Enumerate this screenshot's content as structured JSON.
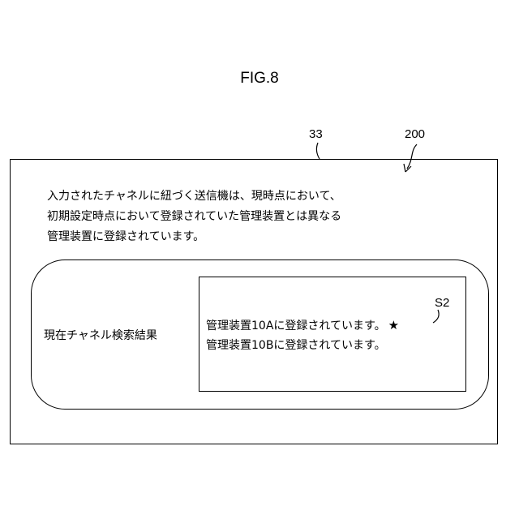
{
  "figure": {
    "title": "FIG.8"
  },
  "refs": {
    "device": "33",
    "screen": "200",
    "step": "S2"
  },
  "message": {
    "lines": [
      "入力されたチャネルに紐づく送信機は、現時点において、",
      "初期設定時点において登録されていた管理装置とは異なる",
      "管理装置に登録されています。"
    ]
  },
  "result": {
    "label": "現在チャネル検索結果",
    "entries": [
      "管理装置10Aに登録されています。",
      "管理装置10Bに登録されています。"
    ],
    "marker": "★"
  }
}
